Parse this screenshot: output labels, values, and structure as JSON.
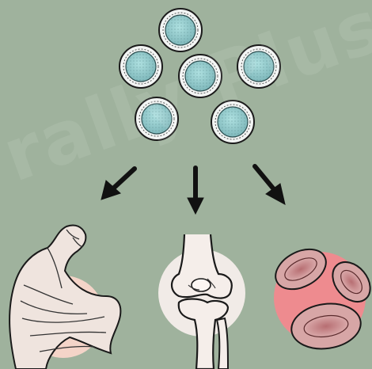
{
  "watermark": {
    "text": "rally Plus"
  },
  "colors": {
    "background": "#9fb29d",
    "stem_cell_fill": "#8fc7c9",
    "stem_cell_ring": "#f2f4f3",
    "arrow": "#111111",
    "muscle_halo": "#f4d4c8",
    "bone_halo": "#f1ebe7",
    "blood_halo": "#ee8b8f",
    "red_blood_cell": "#d7a6a6"
  },
  "diagram": {
    "source_label": "stem-cells",
    "stem_cell_count": 6,
    "targets": [
      "muscle",
      "bone",
      "blood"
    ]
  }
}
